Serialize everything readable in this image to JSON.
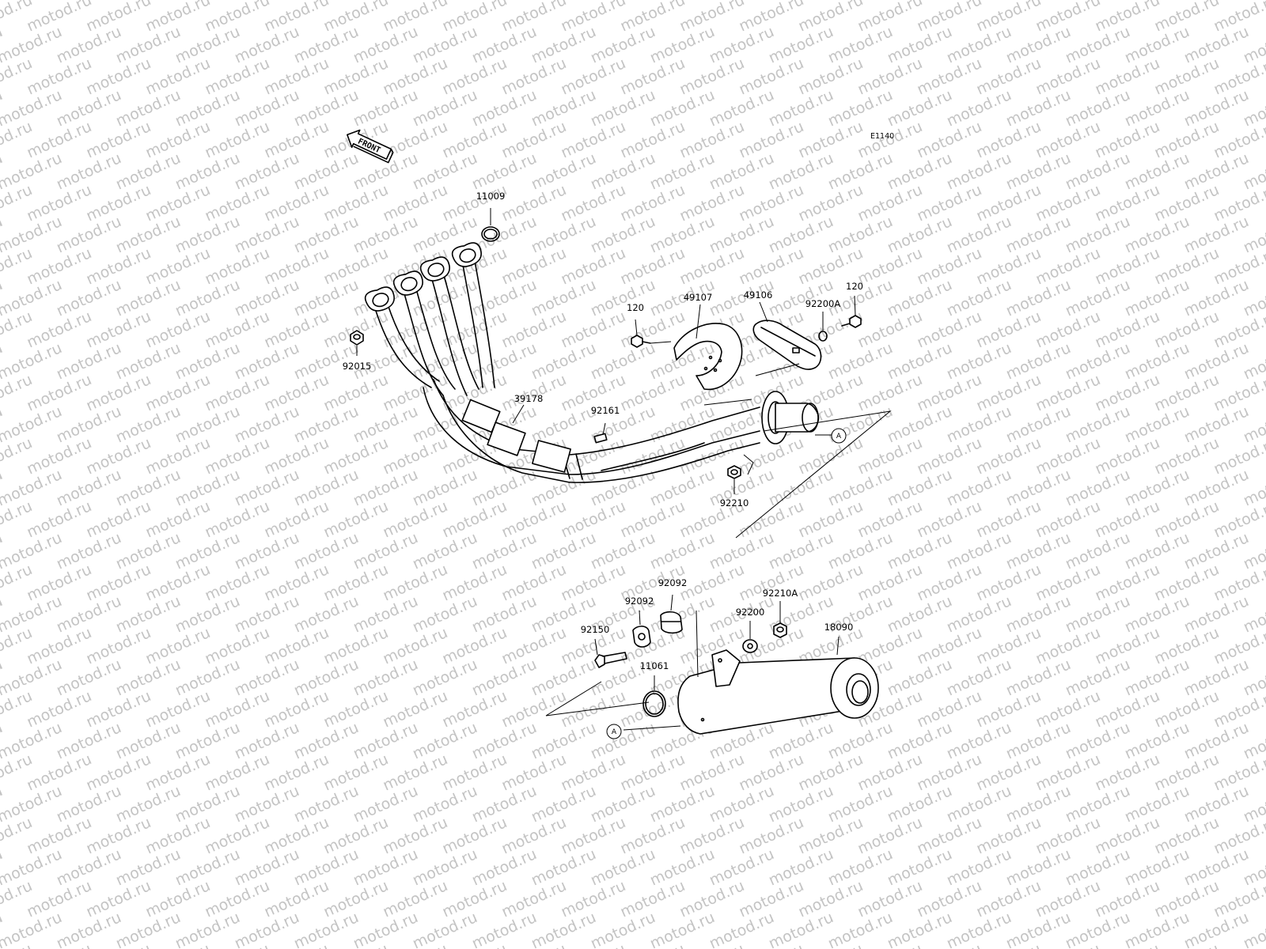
{
  "watermark": "motod.ru",
  "diagram_code": "E1140",
  "front_label": "FRONT",
  "ref_marker": "A",
  "callouts": {
    "p11009": "11009",
    "p92015": "92015",
    "p39178": "39178",
    "p92161": "92161",
    "p120_left": "120",
    "p49107": "49107",
    "p49106": "49106",
    "p92200A": "92200A",
    "p120_right": "120",
    "p92210": "92210",
    "p92092_upper": "92092",
    "p92092_lower": "92092",
    "p92150": "92150",
    "p11061": "11061",
    "p92200": "92200",
    "p92210A": "92210A",
    "p18090": "18090"
  }
}
